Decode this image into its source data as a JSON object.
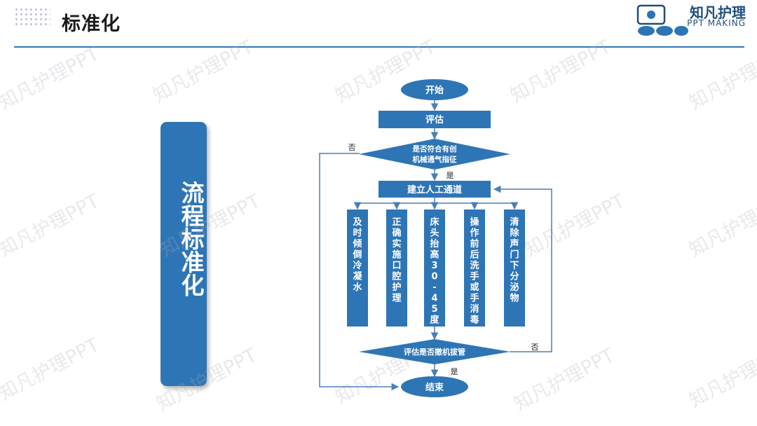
{
  "header": {
    "title": "标准化",
    "logo_text": "知凡护理",
    "logo_sub": "PPT MAKING"
  },
  "sidebar": {
    "label": "流程标准化"
  },
  "watermark": "知凡护理PPT",
  "flowchart": {
    "start": "开始",
    "assess": "评估",
    "decision1": [
      "是否符合有创",
      "机械通气指征"
    ],
    "decision1_no": "否",
    "decision1_yes": "是",
    "airway": "建立人工通道",
    "steps": [
      "及时倾倒冷凝水",
      "正确实施口腔护理",
      "床头抬高30-45度",
      "操作前后洗手或手消毒",
      "清除声门下分泌物"
    ],
    "decision2": "评估是否撤机拔管",
    "decision2_no": "否",
    "decision2_yes": "是",
    "end": "结束"
  }
}
